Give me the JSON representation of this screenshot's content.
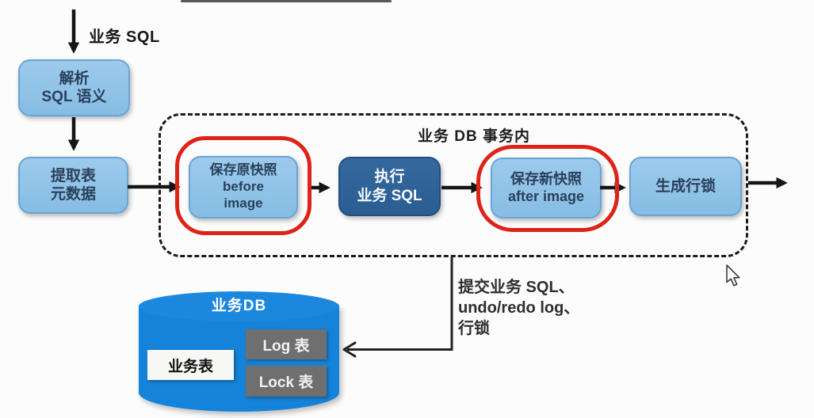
{
  "flow": {
    "input_label": "业务 SQL",
    "parse_box": {
      "line1": "解析",
      "line2": "SQL 语义"
    },
    "extract_box": {
      "line1": "提取表",
      "line2": "元数据"
    },
    "transaction_container": {
      "title": "业务 DB 事务内"
    },
    "before_box": {
      "line1": "保存原快照",
      "line2": "before",
      "line3": "image"
    },
    "exec_box": {
      "line1": "执行",
      "line2": "业务 SQL"
    },
    "after_box": {
      "line1": "保存新快照",
      "line2": "after image"
    },
    "rowlock_box": {
      "label": "生成行锁"
    },
    "commit_note": {
      "line1": "提交业务 SQL、",
      "line2": "undo/redo log、",
      "line3": "行锁"
    }
  },
  "database": {
    "title": "业务DB",
    "business_table": "业务表",
    "log_table": "Log 表",
    "lock_table": "Lock 表"
  },
  "icons": {
    "cursor_icon": "mouse-pointer"
  },
  "colors": {
    "light_blue_node": "#8FC2E8",
    "dark_blue_node": "#2E6195",
    "database_blue": "#1583DA",
    "table_gray": "#6F6F6F",
    "highlight_red": "#DE2318",
    "arrow_black": "#151515",
    "background": "#FCFCFC"
  }
}
